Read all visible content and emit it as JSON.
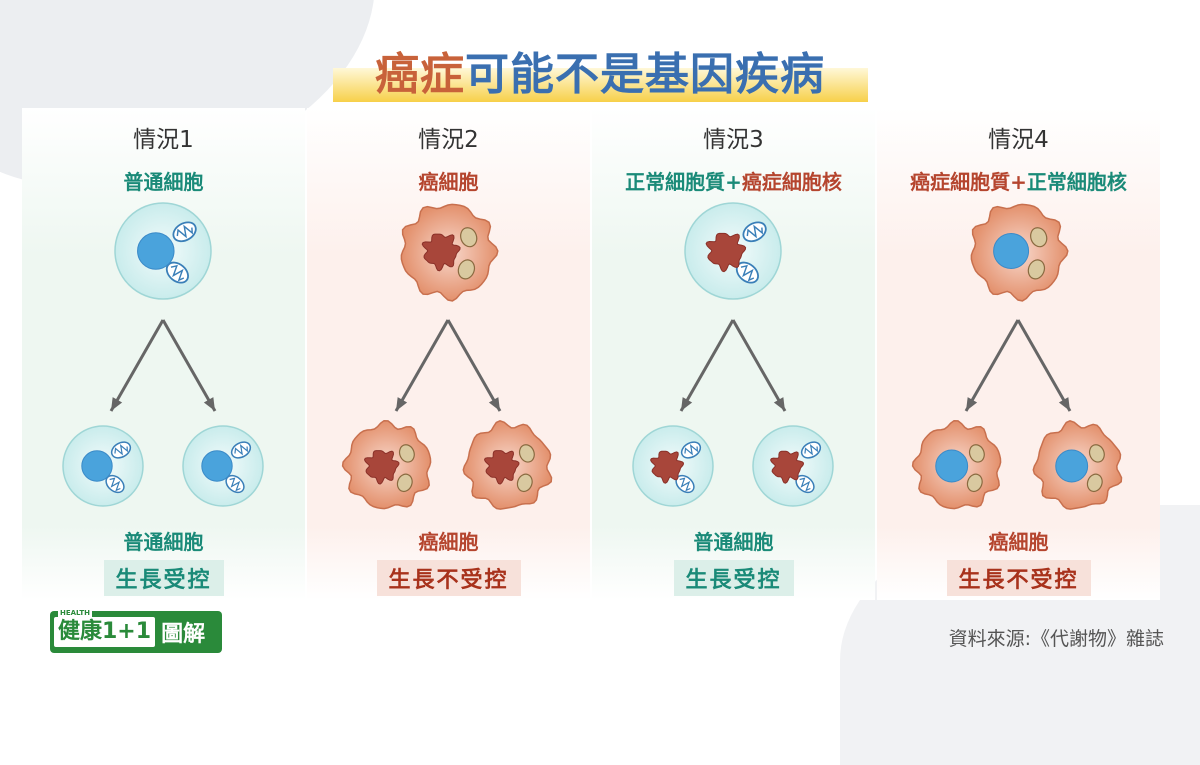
{
  "title": {
    "part1": "癌症",
    "part2": "可能不是基因疾病"
  },
  "colors": {
    "green_text": "#1a8a78",
    "red_text": "#b5452e",
    "normal_cyto": "#c9ecec",
    "normal_nucleus": "#4aa3dc",
    "cancer_cyto": "#e3906c",
    "cancer_nucleus": "#a8463a"
  },
  "cases": [
    {
      "label": "情況1",
      "subtitle": [
        {
          "text": "普通細胞",
          "tone": "g"
        }
      ],
      "cytoplasm": "normal",
      "nucleus": "normal",
      "result": "普通細胞",
      "result_tone": "g",
      "badge": "生長受控",
      "badge_tone": "g"
    },
    {
      "label": "情況2",
      "subtitle": [
        {
          "text": "癌細胞",
          "tone": "r"
        }
      ],
      "cytoplasm": "cancer",
      "nucleus": "cancer",
      "result": "癌細胞",
      "result_tone": "r",
      "badge": "生長不受控",
      "badge_tone": "r"
    },
    {
      "label": "情況3",
      "subtitle": [
        {
          "text": "正常細胞質",
          "tone": "g"
        },
        {
          "text": "+",
          "tone": "g"
        },
        {
          "text": "癌症細胞核",
          "tone": "r"
        }
      ],
      "cytoplasm": "normal",
      "nucleus": "cancer",
      "result": "普通細胞",
      "result_tone": "g",
      "badge": "生長受控",
      "badge_tone": "g"
    },
    {
      "label": "情況4",
      "subtitle": [
        {
          "text": "癌症細胞質",
          "tone": "r"
        },
        {
          "text": "+",
          "tone": "r"
        },
        {
          "text": "正常細胞核",
          "tone": "g"
        }
      ],
      "cytoplasm": "cancer",
      "nucleus": "normal",
      "result": "癌細胞",
      "result_tone": "r",
      "badge": "生長不受控",
      "badge_tone": "r"
    }
  ],
  "logo": {
    "health": "HEALTH",
    "name": "健康1+1",
    "suffix": "圖解"
  },
  "source": "資料來源:《代謝物》雜誌"
}
